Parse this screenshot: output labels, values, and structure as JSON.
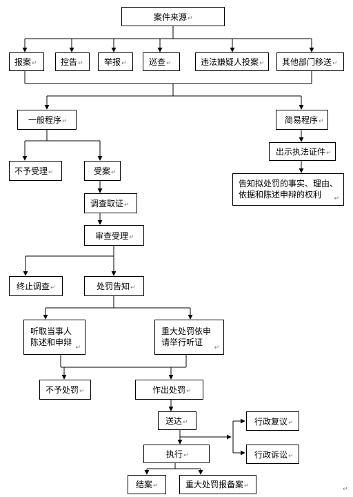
{
  "paragraph_mark": "↵",
  "nodes": {
    "source": "案件来源",
    "report_case": "报案",
    "accusation": "控告",
    "tip_off": "举报",
    "patrol": "巡查",
    "self_report": "违法嫌疑人投案",
    "dept_transfer": "其他部门移送",
    "general_procedure": "一般程序",
    "simple_procedure": "简易程序",
    "show_license": "出示执法证件",
    "inform_rights": [
      "告知拟处罚的事实、理由、",
      "依据和陈述申辩的权利"
    ],
    "not_accepted": "不予受理",
    "accepted": "受案",
    "investigation": "调查取证",
    "review": "审查受理",
    "terminate": "终止调查",
    "penalty_notice": "处罚告知",
    "hear_statement": [
      "听取当事人",
      "陈述和申辩"
    ],
    "major_hearing": [
      "重大处罚依申",
      "请举行听证"
    ],
    "no_penalty": "不予处罚",
    "make_penalty": "作出处罚",
    "serve": "送达",
    "admin_review": "行政复议",
    "admin_litigation": "行政诉讼",
    "execute": "执行",
    "close_case": "结案",
    "major_filing": "重大处罚报备案"
  }
}
